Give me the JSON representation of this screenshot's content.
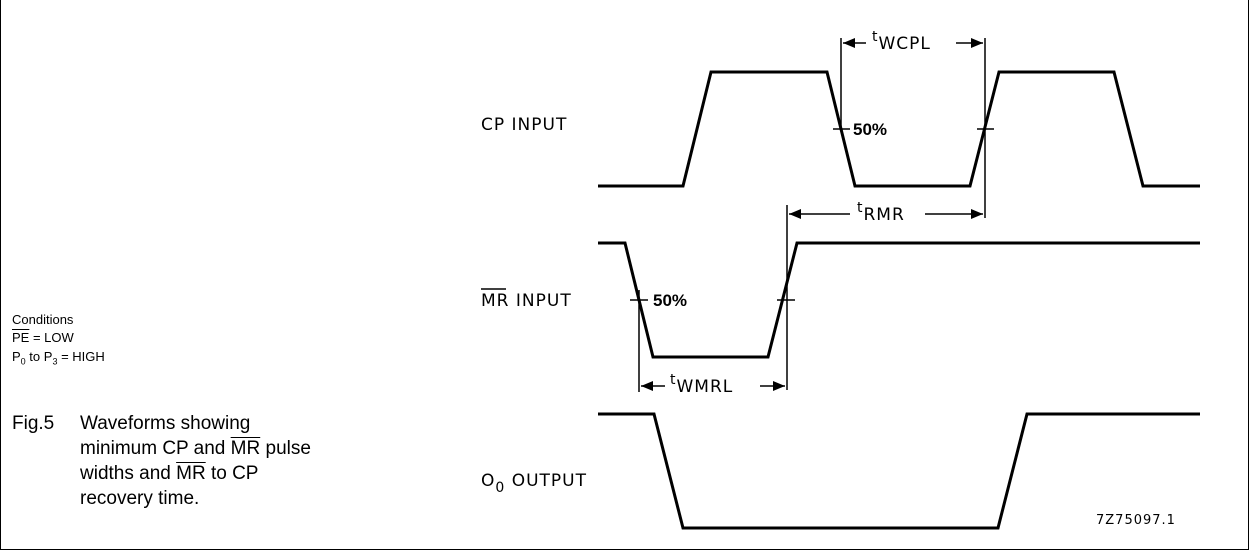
{
  "signals": {
    "cp_input": "CP INPUT",
    "mr_input_prefix": "MR",
    "mr_input_suffix": " INPUT",
    "o0_output_main": "O",
    "o0_output_sub": "0",
    "o0_output_suffix": " OUTPUT"
  },
  "timing": {
    "twcpl_t": "t",
    "twcpl_sub": "WCPL",
    "trmr_t": "t",
    "trmr_sub": "RMR",
    "twmrl_t": "t",
    "twmrl_sub": "WMRL",
    "pct_cp": "50%",
    "pct_mr": "50%"
  },
  "conditions": {
    "title": "Conditions",
    "pe_bar": "PE",
    "pe_value": " = LOW",
    "p_main": "P",
    "p_sub0": "0",
    "p_mid": " to P",
    "p_sub3": "3",
    "p_value": " = HIGH"
  },
  "caption": {
    "number": "Fig.5",
    "l1": "Waveforms showing",
    "l2a": "minimum CP and ",
    "l2bar": "MR",
    "l2b": " pulse",
    "l3a": "widths and ",
    "l3bar": "MR",
    "l3b": " to CP",
    "l4": "recovery time."
  },
  "code": "7Z75097.1"
}
